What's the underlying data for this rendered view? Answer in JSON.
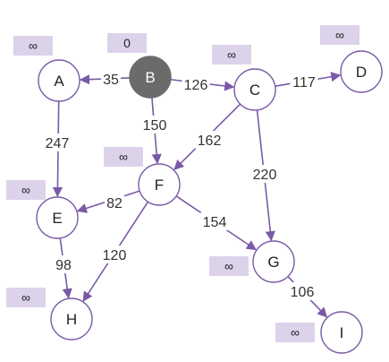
{
  "colors": {
    "edge": "#7a5aa6",
    "node_stroke": "#7a5aa6",
    "node_fill": "#ffffff",
    "source_fill": "#6b6b6b",
    "source_text": "#ffffff",
    "dist_badge": "#dcd2ea",
    "text": "#222222"
  },
  "nodes": [
    {
      "id": "A",
      "label": "A",
      "distance": "∞"
    },
    {
      "id": "B",
      "label": "B",
      "distance": "0",
      "source": true
    },
    {
      "id": "C",
      "label": "C",
      "distance": "∞"
    },
    {
      "id": "D",
      "label": "D",
      "distance": "∞"
    },
    {
      "id": "F",
      "label": "F",
      "distance": "∞"
    },
    {
      "id": "E",
      "label": "E",
      "distance": "∞"
    },
    {
      "id": "G",
      "label": "G",
      "distance": "∞"
    },
    {
      "id": "H",
      "label": "H",
      "distance": "∞"
    },
    {
      "id": "I",
      "label": "I",
      "distance": "∞"
    }
  ],
  "edges": [
    {
      "from": "B",
      "to": "A",
      "weight": "35"
    },
    {
      "from": "B",
      "to": "C",
      "weight": "126"
    },
    {
      "from": "B",
      "to": "F",
      "weight": "150"
    },
    {
      "from": "C",
      "to": "D",
      "weight": "117"
    },
    {
      "from": "C",
      "to": "F",
      "weight": "162"
    },
    {
      "from": "C",
      "to": "G",
      "weight": "220"
    },
    {
      "from": "A",
      "to": "E",
      "weight": "247"
    },
    {
      "from": "F",
      "to": "E",
      "weight": "82"
    },
    {
      "from": "F",
      "to": "G",
      "weight": "154"
    },
    {
      "from": "F",
      "to": "H",
      "weight": "120"
    },
    {
      "from": "E",
      "to": "H",
      "weight": "98"
    },
    {
      "from": "G",
      "to": "I",
      "weight": "106"
    }
  ]
}
